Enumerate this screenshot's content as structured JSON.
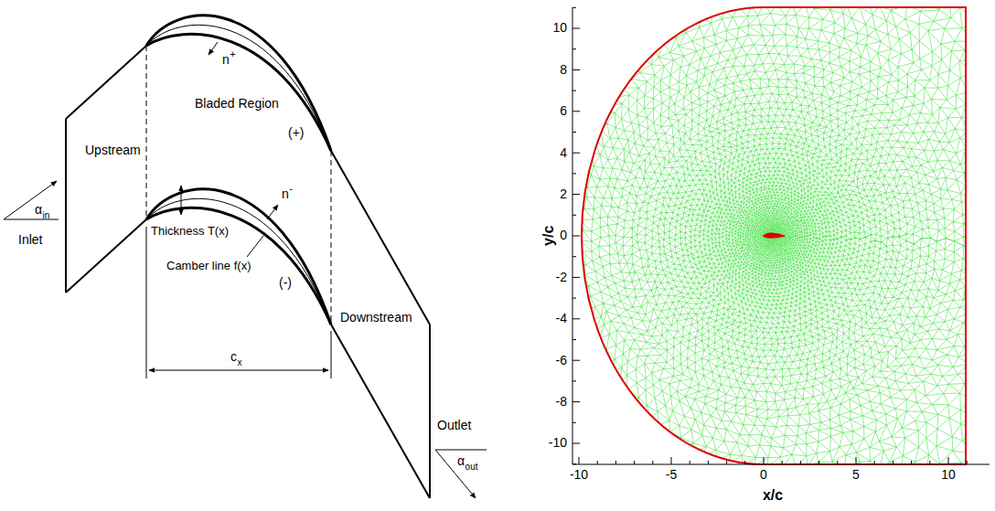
{
  "diagram": {
    "labels": [
      "n",
      "+",
      "Bladed Region",
      "(+)",
      "Upstream",
      "α",
      "in",
      "Inlet",
      "n",
      "-",
      "Thickness T(x)",
      "Camber line f(x)",
      "(-)",
      "c",
      "x",
      "Downstream",
      "Outlet",
      "α",
      "out",
      "10",
      "8",
      "6",
      "4",
      "2",
      "0",
      "-2",
      "-4",
      "-6",
      "-8",
      "-10",
      "y/c",
      "-10",
      "-5",
      "0",
      "5",
      "10",
      "x/c"
    ]
  }
}
